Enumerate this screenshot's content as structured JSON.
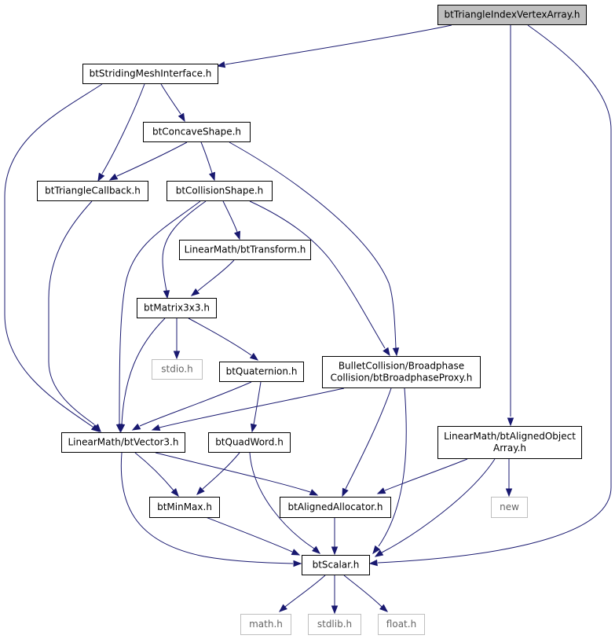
{
  "colors": {
    "edge": "#191970",
    "box_border": "#000000",
    "external_border": "#bfbfbf",
    "root_fill": "#bfbfbf",
    "text": "#000000",
    "external_text": "#666666"
  },
  "nodes": [
    {
      "id": "btTriangleIndexVertexArray",
      "lines": [
        "btTriangleIndexVertexArray.h"
      ],
      "kind": "root"
    },
    {
      "id": "btStridingMeshInterface",
      "lines": [
        "btStridingMeshInterface.h"
      ],
      "kind": "file"
    },
    {
      "id": "btConcaveShape",
      "lines": [
        "btConcaveShape.h"
      ],
      "kind": "file"
    },
    {
      "id": "btTriangleCallback",
      "lines": [
        "btTriangleCallback.h"
      ],
      "kind": "file"
    },
    {
      "id": "btCollisionShape",
      "lines": [
        "btCollisionShape.h"
      ],
      "kind": "file"
    },
    {
      "id": "btTransform",
      "lines": [
        "LinearMath/btTransform.h"
      ],
      "kind": "file"
    },
    {
      "id": "btMatrix3x3",
      "lines": [
        "btMatrix3x3.h"
      ],
      "kind": "file"
    },
    {
      "id": "stdio",
      "lines": [
        "stdio.h"
      ],
      "kind": "external"
    },
    {
      "id": "btQuaternion",
      "lines": [
        "btQuaternion.h"
      ],
      "kind": "file"
    },
    {
      "id": "btBroadphaseProxy",
      "lines": [
        "BulletCollision/Broadphase",
        "Collision/btBroadphaseProxy.h"
      ],
      "kind": "file"
    },
    {
      "id": "btVector3",
      "lines": [
        "LinearMath/btVector3.h"
      ],
      "kind": "file"
    },
    {
      "id": "btQuadWord",
      "lines": [
        "btQuadWord.h"
      ],
      "kind": "file"
    },
    {
      "id": "btAlignedObjectArray",
      "lines": [
        "LinearMath/btAlignedObject",
        "Array.h"
      ],
      "kind": "file"
    },
    {
      "id": "btMinMax",
      "lines": [
        "btMinMax.h"
      ],
      "kind": "file"
    },
    {
      "id": "btAlignedAllocator",
      "lines": [
        "btAlignedAllocator.h"
      ],
      "kind": "file"
    },
    {
      "id": "new",
      "lines": [
        "new"
      ],
      "kind": "external"
    },
    {
      "id": "btScalar",
      "lines": [
        "btScalar.h"
      ],
      "kind": "file"
    },
    {
      "id": "math",
      "lines": [
        "math.h"
      ],
      "kind": "external"
    },
    {
      "id": "stdlib",
      "lines": [
        "stdlib.h"
      ],
      "kind": "external"
    },
    {
      "id": "float",
      "lines": [
        "float.h"
      ],
      "kind": "external"
    }
  ],
  "edges": [
    {
      "from": "btTriangleIndexVertexArray",
      "to": "btStridingMeshInterface"
    },
    {
      "from": "btTriangleIndexVertexArray",
      "to": "btAlignedObjectArray"
    },
    {
      "from": "btTriangleIndexVertexArray",
      "to": "btScalar"
    },
    {
      "from": "btStridingMeshInterface",
      "to": "btConcaveShape"
    },
    {
      "from": "btStridingMeshInterface",
      "to": "btTriangleCallback"
    },
    {
      "from": "btStridingMeshInterface",
      "to": "btVector3"
    },
    {
      "from": "btConcaveShape",
      "to": "btTriangleCallback"
    },
    {
      "from": "btConcaveShape",
      "to": "btCollisionShape"
    },
    {
      "from": "btConcaveShape",
      "to": "btBroadphaseProxy"
    },
    {
      "from": "btTriangleCallback",
      "to": "btVector3"
    },
    {
      "from": "btCollisionShape",
      "to": "btTransform"
    },
    {
      "from": "btCollisionShape",
      "to": "btMatrix3x3"
    },
    {
      "from": "btCollisionShape",
      "to": "btVector3"
    },
    {
      "from": "btCollisionShape",
      "to": "btBroadphaseProxy"
    },
    {
      "from": "btTransform",
      "to": "btMatrix3x3"
    },
    {
      "from": "btMatrix3x3",
      "to": "stdio"
    },
    {
      "from": "btMatrix3x3",
      "to": "btQuaternion"
    },
    {
      "from": "btMatrix3x3",
      "to": "btVector3"
    },
    {
      "from": "btQuaternion",
      "to": "btVector3"
    },
    {
      "from": "btQuaternion",
      "to": "btQuadWord"
    },
    {
      "from": "btBroadphaseProxy",
      "to": "btVector3"
    },
    {
      "from": "btBroadphaseProxy",
      "to": "btAlignedAllocator"
    },
    {
      "from": "btBroadphaseProxy",
      "to": "btScalar"
    },
    {
      "from": "btVector3",
      "to": "btMinMax"
    },
    {
      "from": "btVector3",
      "to": "btAlignedAllocator"
    },
    {
      "from": "btVector3",
      "to": "btScalar"
    },
    {
      "from": "btQuadWord",
      "to": "btMinMax"
    },
    {
      "from": "btQuadWord",
      "to": "btScalar"
    },
    {
      "from": "btAlignedObjectArray",
      "to": "btAlignedAllocator"
    },
    {
      "from": "btAlignedObjectArray",
      "to": "new"
    },
    {
      "from": "btAlignedObjectArray",
      "to": "btScalar"
    },
    {
      "from": "btMinMax",
      "to": "btScalar"
    },
    {
      "from": "btAlignedAllocator",
      "to": "btScalar"
    },
    {
      "from": "btScalar",
      "to": "math"
    },
    {
      "from": "btScalar",
      "to": "stdlib"
    },
    {
      "from": "btScalar",
      "to": "float"
    }
  ]
}
